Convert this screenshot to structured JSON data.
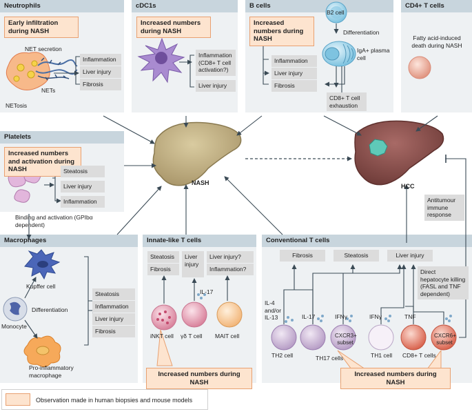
{
  "neutrophils": {
    "title": "Neutrophils",
    "observation": "Early infiltration during NASH",
    "net_secretion": "NET secretion",
    "nets": "NETs",
    "netosis": "NETosis",
    "effects": [
      "Inflammation",
      "Liver injury",
      "Fibrosis"
    ]
  },
  "cdc1s": {
    "title": "cDC1s",
    "observation": "Increased numbers during NASH",
    "effects": [
      "Inflammation (CD8+ T cell activation?)",
      "Liver injury"
    ]
  },
  "bcells": {
    "title": "B cells",
    "observation": "Increased numbers during NASH",
    "b2_cell": "B2 cell",
    "differentiation": "Differentiation",
    "iga_plasma": "IgA+ plasma cell",
    "effects": [
      "Inflammation",
      "Liver injury",
      "Fibrosis"
    ],
    "cd8_exhaustion": "CD8+ T cell exhaustion"
  },
  "cd4": {
    "title": "CD4+ T cells",
    "death": "Fatty acid-induced death during NASH"
  },
  "platelets": {
    "title": "Platelets",
    "observation": "Increased numbers and activation during NASH",
    "effects": [
      "Steatosis",
      "Liver injury",
      "Inflammation"
    ],
    "binding": "Binding and activation (GPIbα dependent)"
  },
  "center": {
    "nash": "NASH",
    "hcc": "HCC",
    "antitumour": "Antitumour immune response"
  },
  "macrophages": {
    "title": "Macrophages",
    "kupffer": "Kupffer cell",
    "monocyte": "Monocyte",
    "differentiation": "Differentiation",
    "proinflammatory": "Pro-inflammatory macrophage",
    "effects": [
      "Steatosis",
      "Inflammation",
      "Liver injury",
      "Fibrosis"
    ]
  },
  "innate": {
    "title": "Innate-like T cells",
    "boxes": [
      "Steatosis",
      "Fibrosis",
      "Liver injury",
      "Liver injury?",
      "Inflammation?"
    ],
    "il17": "IL-17",
    "inkt": "iNKT cell",
    "gd": "γδ T cell",
    "mait": "MAIT cell",
    "observation": "Increased numbers during NASH"
  },
  "conventional": {
    "title": "Conventional T cells",
    "boxes": [
      "Fibrosis",
      "Steatosis",
      "Liver injury"
    ],
    "killing": "Direct hepatocyte killing (FASL and TNF dependent)",
    "il4": "IL-4 and/or IL-13",
    "il17": "IL-17",
    "ifng1": "IFNγ",
    "ifng2": "IFNγ",
    "tnf": "TNF",
    "th2": "TH2 cell",
    "cxcr3": "CXCR3+ subset",
    "th17": "TH17 cells",
    "th1": "TH1 cell",
    "cxcr6": "CXCR6+ subset",
    "cd8": "CD8+ T cells",
    "observation": "Increased numbers during NASH"
  },
  "legend": {
    "text": "Observation made in human biopsies and mouse models"
  },
  "colors": {
    "panel": "#eef1f3",
    "title_bar": "#c8d5dd",
    "observation_fill": "#fde4cf",
    "observation_border": "#e8a070",
    "effect_box": "#dcdcdc",
    "liver": "#c9b98c",
    "hcc_liver": "#8a5450",
    "arrow": "#3a4a55"
  }
}
